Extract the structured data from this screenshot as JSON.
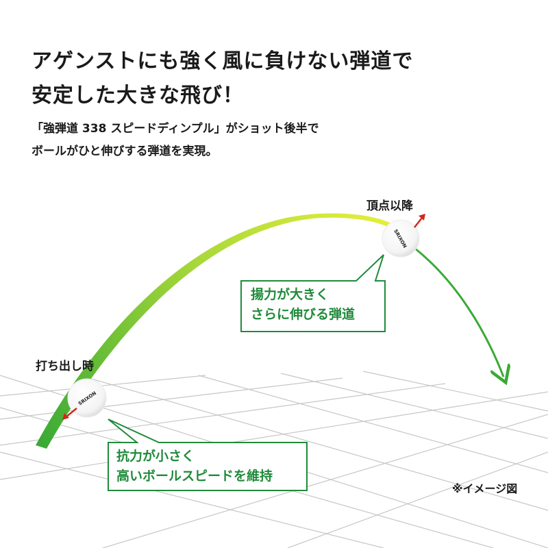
{
  "headline": {
    "line1": "アゲンストにも強く風に負けない弾道で",
    "line2": "安定した大きな飛び！"
  },
  "lead": {
    "line1": "「強弾道 338 スピードディンプル」がショット後半で",
    "line2": "ボールがひと伸びする弾道を実現。"
  },
  "labels": {
    "launch": "打ち出し時",
    "apex": "頂点以降"
  },
  "callouts": {
    "apex": {
      "line1": "揚力が大きく",
      "line2": "さらに伸びる弾道"
    },
    "launch": {
      "line1": "抗力が小さく",
      "line2": "高いボールスピードを維持"
    }
  },
  "ball_logo": "SRIXON",
  "note": "※イメージ図",
  "colors": {
    "trajectory_start": "#3aaa35",
    "trajectory_peak": "#e6f03a",
    "callout_green": "#1f8a3a",
    "arrow_red": "#d0281e",
    "grid": "#c8c8c8"
  }
}
